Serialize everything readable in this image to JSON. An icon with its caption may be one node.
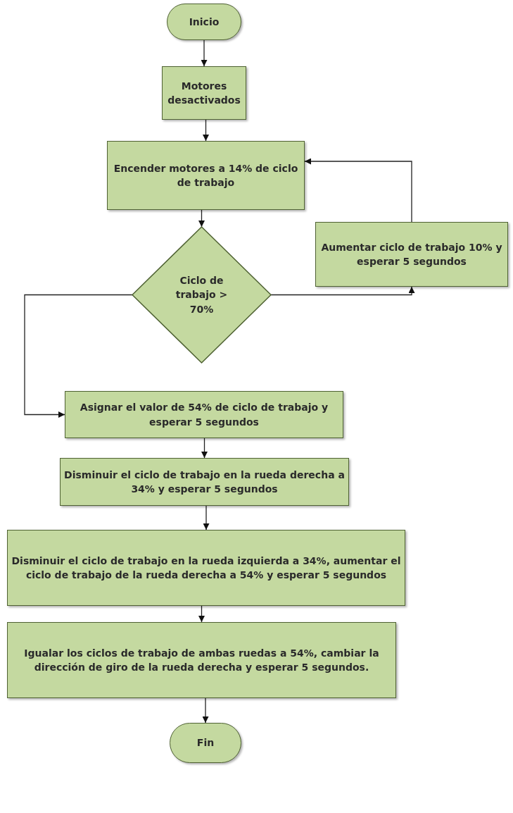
{
  "diagram": {
    "nodes": [
      {
        "text": [
          "Inicio"
        ]
      },
      {
        "text": [
          "Motores desactivados"
        ]
      },
      {
        "text": [
          "Encender motores a 14% de ciclo de trabajo"
        ]
      },
      {
        "text": [
          "Aumentar ciclo de trabajo 10% y esperar 5 segundos"
        ]
      },
      {
        "text": [
          "Ciclo de trabajo > 70%"
        ]
      },
      {
        "text": [
          "Asignar el valor de 54% de ciclo de trabajo y esperar 5 segundos"
        ]
      },
      {
        "text": [
          "Disminuir el ciclo de trabajo en la rueda derecha a 34% y esperar 5 segundos"
        ]
      },
      {
        "text": [
          "Disminuir el ciclo de trabajo en la rueda izquierda a 34%, aumentar el ciclo de trabajo de la rueda derecha a 54% y esperar 5 segundos"
        ]
      },
      {
        "text": [
          "Igualar los ciclos de trabajo de ambas ruedas a 54%, cambiar la dirección de giro de la rueda derecha y esperar 5 segundos."
        ]
      },
      {
        "text": [
          "Fin"
        ]
      }
    ],
    "edges": [
      {
        "from": 0,
        "to": 1,
        "arrow": "to"
      },
      {
        "from": 1,
        "to": 2,
        "arrow": "to"
      },
      {
        "from": 2,
        "to": 4,
        "arrow": "to"
      },
      {
        "from": 4,
        "to": 3,
        "arrow": "to"
      },
      {
        "from": 3,
        "to": 2,
        "arrow": "to"
      },
      {
        "from": 4,
        "to": 5,
        "arrow": "to"
      },
      {
        "from": 5,
        "to": 6,
        "arrow": "to"
      },
      {
        "from": 6,
        "to": 7,
        "arrow": "to"
      },
      {
        "from": 7,
        "to": 8,
        "arrow": "to"
      },
      {
        "from": 8,
        "to": 9,
        "arrow": "to"
      }
    ]
  }
}
